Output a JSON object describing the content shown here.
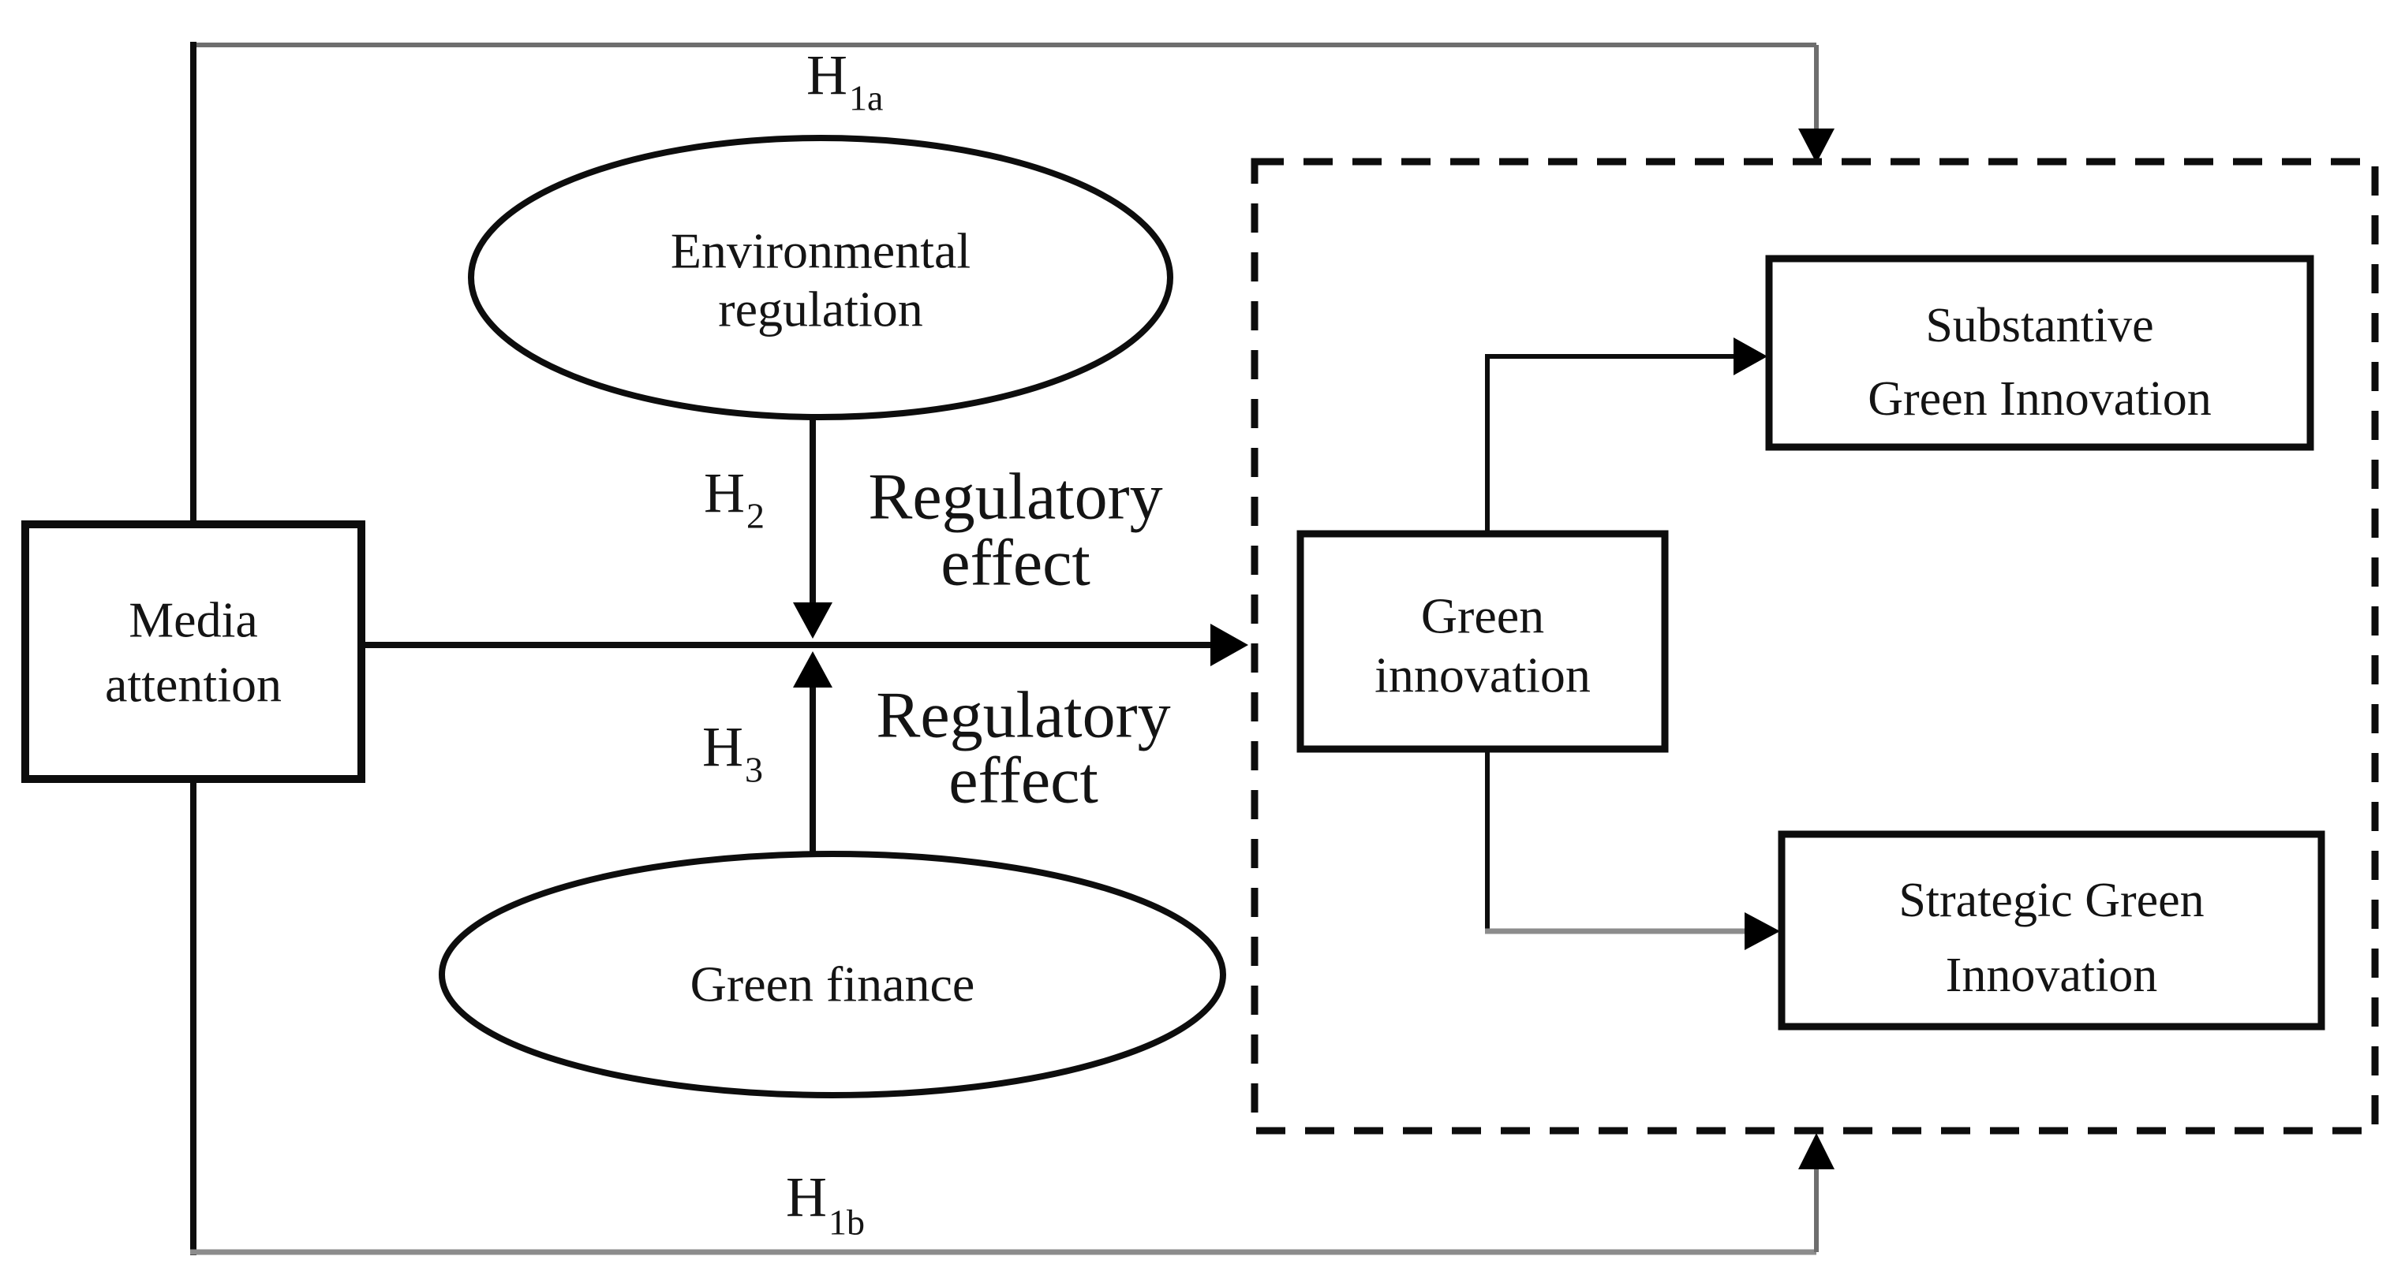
{
  "nodes": {
    "media_attention": {
      "label_line1": "Media",
      "label_line2": "attention"
    },
    "environmental_regulation": {
      "label_line1": "Environmental",
      "label_line2": "regulation"
    },
    "green_finance": {
      "label": "Green finance"
    },
    "green_innovation": {
      "label_line1": "Green",
      "label_line2": "innovation"
    },
    "substantive_green_innovation": {
      "label_line1": "Substantive",
      "label_line2": "Green Innovation"
    },
    "strategic_green_innovation": {
      "label_line1": "Strategic Green",
      "label_line2": "Innovation"
    }
  },
  "edges": {
    "h1a": {
      "main": "H",
      "sub": "1a"
    },
    "h1b": {
      "main": "H",
      "sub": "1b"
    },
    "h2": {
      "main": "H",
      "sub": "2"
    },
    "h3": {
      "main": "H",
      "sub": "3"
    },
    "regulatory_effect_top": {
      "line1": "Regulatory",
      "line2": "effect"
    },
    "regulatory_effect_bottom": {
      "line1": "Regulatory",
      "line2": "effect"
    }
  },
  "colors": {
    "line_dark": "#0d0d0d",
    "line_gray": "#7d7d7d",
    "text": "#141414",
    "background": "#ffffff"
  }
}
